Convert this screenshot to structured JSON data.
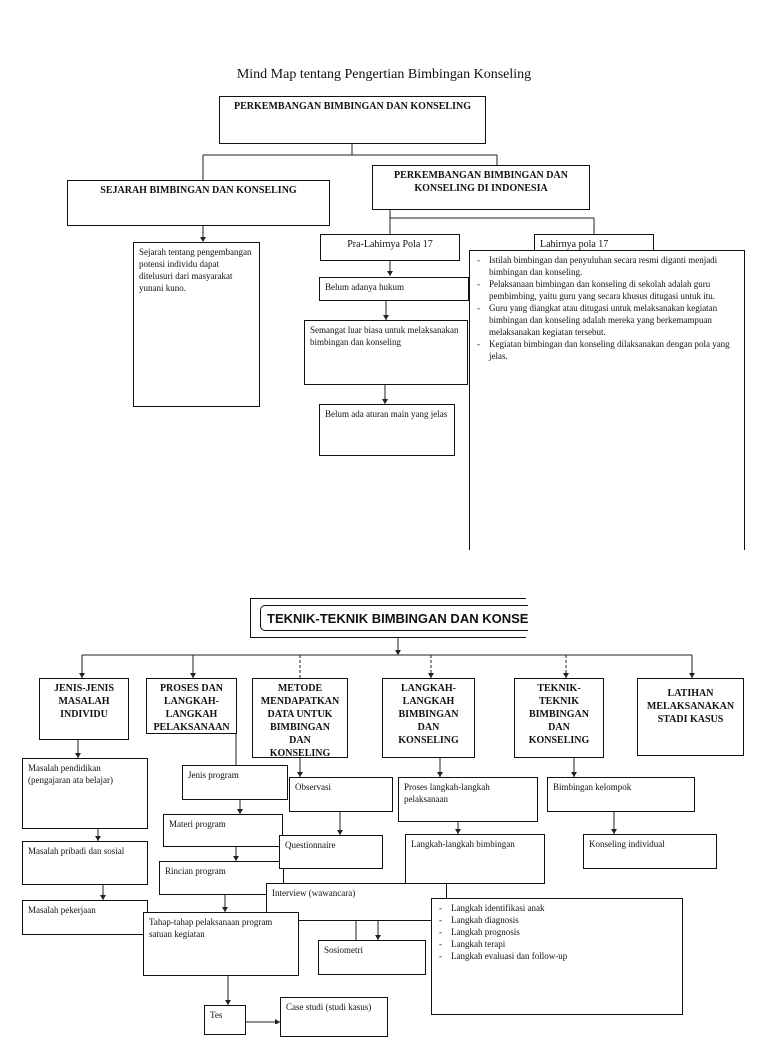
{
  "page_title": "Mind Map tentang Pengertian Bimbingan Konseling",
  "map1": {
    "root": "PERKEMBANGAN BIMBINGAN DAN KONSELING",
    "left_branch": "SEJARAH BIMBINGAN DAN KONSELING",
    "left_detail": "Sejarah tentang pengembangan potensi individu dapat ditelusuri dari masyarakat yunani kuno.",
    "right_branch": "PERKEMBANGAN BIMBINGAN DAN KONSELING DI INDONESIA",
    "pra_lahir": "Pra-Lahirnya Pola 17",
    "pra_items": [
      "Belum adanya hukum",
      "Semangat luar biasa untuk melaksanakan bimbingan dan konseling",
      "Belum ada aturan main yang jelas"
    ],
    "lahir": "Lahirnya pola 17",
    "lahir_items": [
      "Istilah bimbingan dan penyuluhan secara resmi diganti menjadi bimbingan dan konseling.",
      "Pelaksanaan bimbingan dan konseling di sekolah adalah guru pembimbing, yaitu guru yang secara khusus ditugasi untuk itu.",
      "Guru yang diangkat atau ditugasi untuk melaksanakan kegiatan bimbingan dan konseling adalah mereka yang berkemampuan melaksanakan kegiatan tersebut.",
      "Kegiatan bimbingan dan konseling dilaksanakan dengan pola yang jelas."
    ]
  },
  "map2": {
    "root": "TEKNIK-TEKNIK BIMBINGAN DAN KONSELING",
    "col1": {
      "head": "JENIS-JENIS MASALAH INDIVIDU",
      "items": [
        "Masalah pendidikan (pengajaran ata belajar)",
        "Masalah pribadi dan sosial",
        "Masalah pekerjaan"
      ]
    },
    "col2": {
      "head": "PROSES DAN LANGKAH-LANGKAH PELAKSANAAN STUDI",
      "items": [
        "Jenis program",
        "Materi program",
        "Rincian program",
        "Tahap-tahap pelaksanaan program satuan kegiatan"
      ]
    },
    "col3": {
      "head": "METODE MENDAPATKAN DATA UNTUK BIMBINGAN DAN KONSELING",
      "items": [
        "Observasi",
        "Questionnaire",
        "Interview (wawancara)",
        "Sosiometri",
        "Tes",
        "Case studi (studi kasus)"
      ]
    },
    "col4": {
      "head": "LANGKAH-LANGKAH BIMBINGAN DAN KONSELING",
      "items": [
        "Proses langkah-langkah pelaksanaan",
        "Langkah-langkah bimbingan"
      ],
      "steps": [
        "Langkah identifikasi anak",
        "Langkah diagnosis",
        "Langkah prognosis",
        "Langkah terapi",
        "Langkah evaluasi dan follow-up"
      ]
    },
    "col5": {
      "head": "TEKNIK-TEKNIK BIMBINGAN DAN KONSELING",
      "items": [
        "Bimbingan kelompok",
        "Konseling individual"
      ]
    },
    "col6": {
      "head": "LATIHAN MELAKSANAKAN STADI KASUS"
    }
  }
}
